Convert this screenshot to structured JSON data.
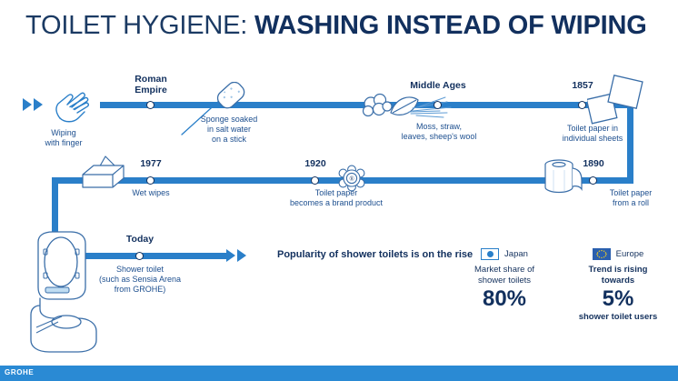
{
  "title": {
    "part1": "TOILET HYGIENE: ",
    "part2": "WASHING INSTEAD OF WIPING"
  },
  "colors": {
    "bar_blue": "#2a7fc9",
    "navy": "#12305e",
    "caption_blue": "#1d4f8f",
    "footer_blue": "#2a8ad4"
  },
  "timeline": {
    "start_label": {
      "caption_line1": "Wiping",
      "caption_line2": "with finger",
      "icon": "hand-pointing-icon",
      "arrow": "double-chevron-right-icon"
    },
    "events": [
      {
        "id": "roman-empire",
        "year_line1": "Roman",
        "year_line2": "Empire",
        "caption": [],
        "icon": ""
      },
      {
        "id": "sponge-on-stick",
        "year_line1": "",
        "year_line2": "",
        "caption": [
          "Sponge soaked",
          "in salt water",
          "on a stick"
        ],
        "icon": "sponge-on-stick-icon"
      },
      {
        "id": "middle-ages",
        "year_line1": "Middle Ages",
        "year_line2": "",
        "caption": [
          "Moss, straw,",
          "leaves, sheep's wool"
        ],
        "icon": "moss-straw-leaves-icon"
      },
      {
        "id": "1857",
        "year_line1": "1857",
        "year_line2": "",
        "caption": [
          "Toilet paper in",
          "individual sheets"
        ],
        "icon": "paper-sheets-icon"
      },
      {
        "id": "1890",
        "year_line1": "1890",
        "year_line2": "",
        "caption": [
          "Toilet paper",
          "from a roll"
        ],
        "icon": "toilet-paper-roll-icon"
      },
      {
        "id": "1920",
        "year_line1": "1920",
        "year_line2": "",
        "caption": [
          "Toilet paper",
          "becomes a brand product"
        ],
        "icon": "brand-seal-icon"
      },
      {
        "id": "1977",
        "year_line1": "1977",
        "year_line2": "",
        "caption": [
          "Wet wipes"
        ],
        "icon": "wet-wipes-box-icon"
      },
      {
        "id": "today",
        "year_line1": "Today",
        "year_line2": "",
        "caption": [
          "Shower toilet",
          "(such as Sensia Arena",
          "from GROHE)"
        ],
        "icon": "shower-toilet-icon"
      }
    ]
  },
  "statement": "Popularity of shower toilets is on the rise",
  "stats": [
    {
      "id": "japan",
      "flag": "flag-japan-icon",
      "region": "Japan",
      "caption_line1": "Market share of",
      "caption_line2": "shower toilets",
      "caption_bold": false,
      "value": "80%",
      "footnote": ""
    },
    {
      "id": "europe",
      "flag": "flag-europe-icon",
      "region": "Europe",
      "caption_line1": "Trend is rising",
      "caption_line2": "towards",
      "caption_bold": true,
      "value": "5%",
      "footnote": "shower toilet users"
    }
  ],
  "footer": {
    "logo": "GROHE"
  }
}
